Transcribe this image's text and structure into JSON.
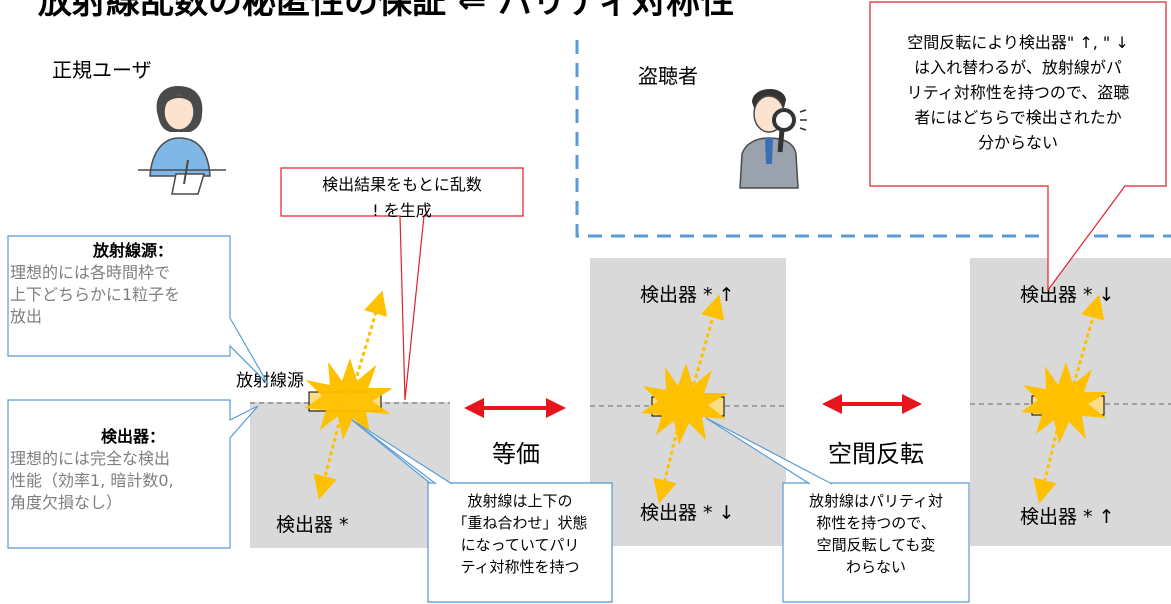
{
  "title": "放射線乱数の秘匿性の保証 ⇐ パリティ対称性",
  "legit_user_label": "正規ユーザ",
  "eavesdropper_label": "盗聴者",
  "callout_random": [
    "検出結果をもとに乱数",
    "! を生成"
  ],
  "callout_source": {
    "heading": "放射線源：",
    "body": [
      "理想的には各時間枠で",
      "上下どちらかに1粒子を",
      "放出"
    ]
  },
  "callout_detector": {
    "heading": "検出器：",
    "body": [
      "理想的には完全な検出",
      "性能（効率1, 暗計数0,",
      "角度欠損なし）"
    ]
  },
  "source_label": "放射線源",
  "equivalent_label": "等価",
  "parity_label": "空間反転",
  "panel1": {
    "detector": "検出器 *"
  },
  "panel2": {
    "top": "検出器 * ↑",
    "bottom": "検出器 * ↓"
  },
  "panel3": {
    "top": "検出器 * ↓",
    "bottom": "検出器 * ↑"
  },
  "callout_superposition": [
    "放射線は上下の",
    "「重ね合わせ」状態",
    "になっていてパリ",
    "ティ対称性を持つ"
  ],
  "callout_parity": [
    "放射線はパリティ対",
    "称性を持つので、",
    "空間反転しても変",
    "わらない"
  ],
  "callout_eve": [
    "空間反転により検出器\" ↑, \" ↓",
    "は入れ替わるが、放射線がパ",
    "リティ対称性を持つので、盗聴",
    "者にはどちらで検出されたか",
    "分からない"
  ],
  "colors": {
    "red_border": "#e0202a",
    "blue_border": "#5b9bd5",
    "panel_gray": "#d9d9d9",
    "arrow_red": "#e8141c",
    "burst_yellow": "#ffc000",
    "arrow_orange": "#ffc000",
    "dash_blue": "#5b9bd5"
  },
  "icons": [
    "woman-writing-icon",
    "man-with-magnifier-icon",
    "radiation-burst-icon"
  ]
}
